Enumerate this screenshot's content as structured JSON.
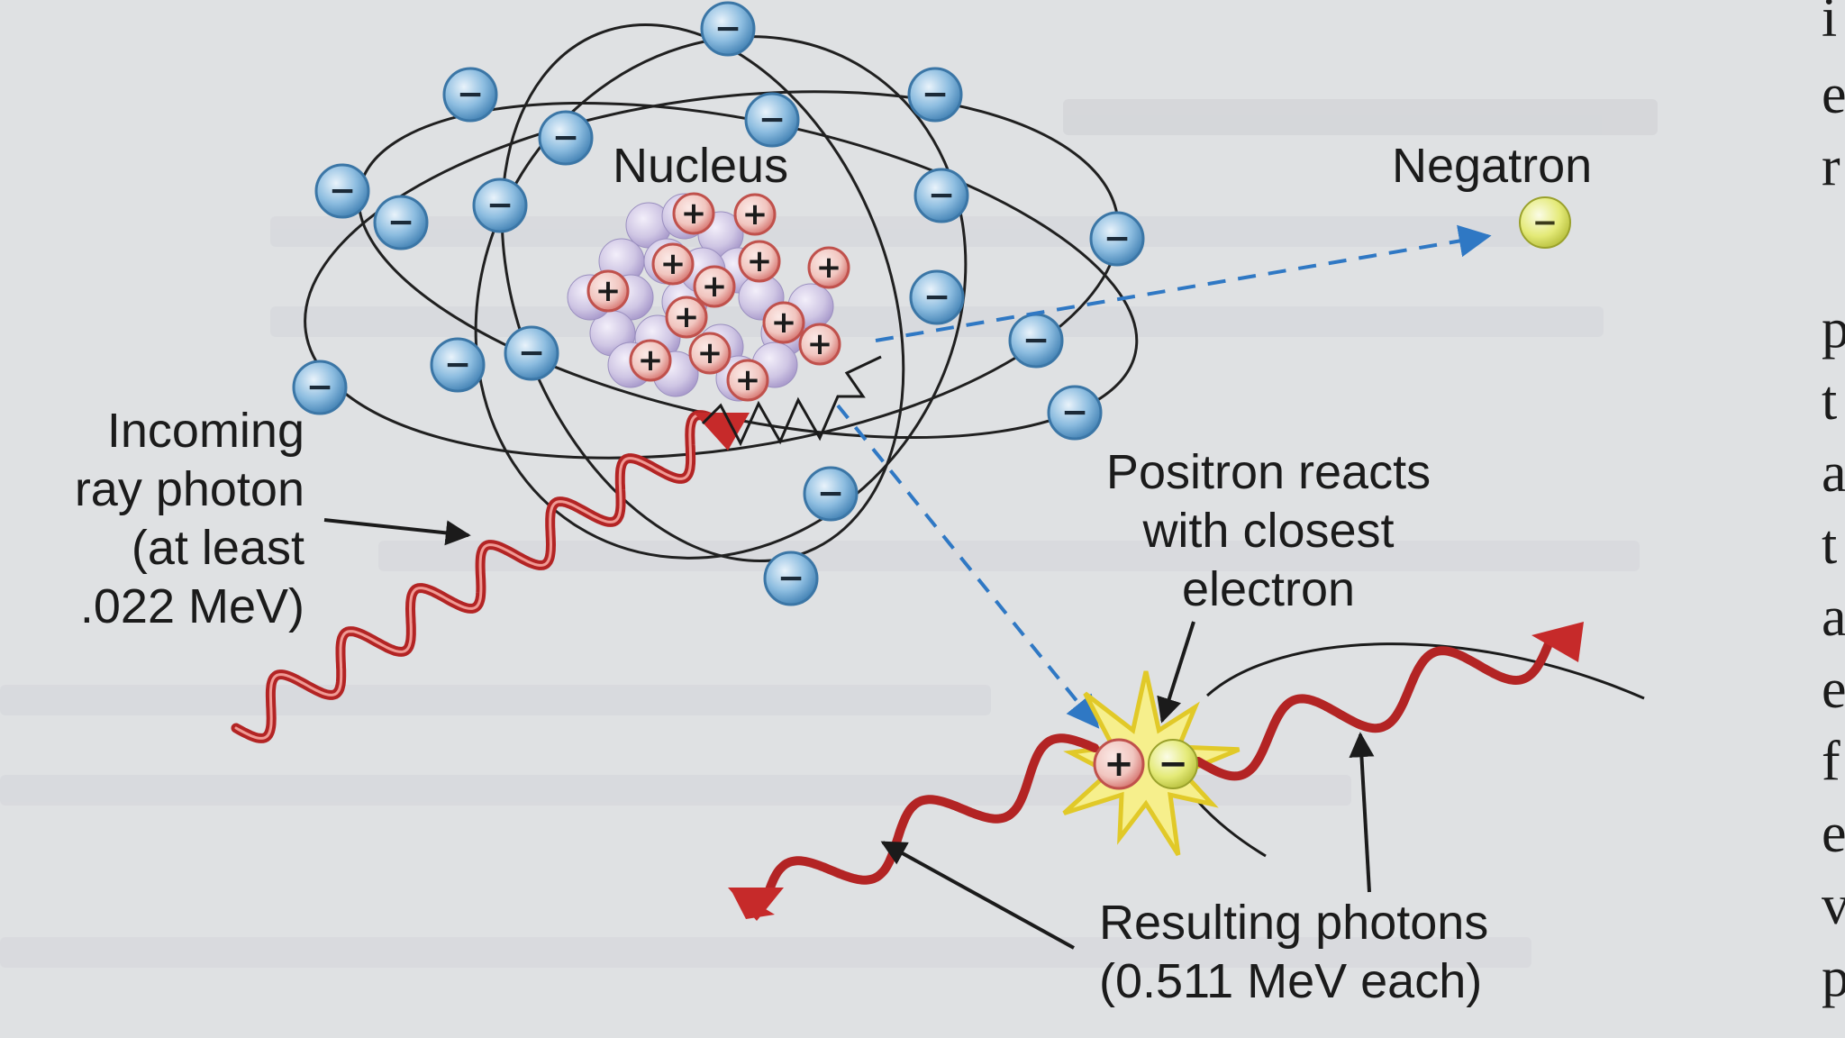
{
  "labels": {
    "nucleus": "Nucleus",
    "negatron": "Negatron",
    "incoming_line1": "Incoming",
    "incoming_line2": "ray photon",
    "incoming_line3": "(at least",
    "incoming_line4": ".022 MeV)",
    "positron_line1": "Positron reacts",
    "positron_line2": "with closest",
    "positron_line3": "electron",
    "resulting_line1": "Resulting photons",
    "resulting_line2": "(0.511 MeV each)"
  },
  "symbols": {
    "electron": "−",
    "proton": "+"
  },
  "margin_text": [
    "i",
    "e",
    "r",
    "",
    "p",
    "t",
    "a",
    "t",
    "a",
    "e",
    "f",
    "e",
    "v",
    "p"
  ],
  "colors": {
    "background": "#dfe1e3",
    "electron": "#5d98c4",
    "proton": "#d85b58",
    "neutron": "#c9bde0",
    "photon": "#c62a2a",
    "arrow_blue": "#2f78c4",
    "flash": "#f2e04a",
    "negatron": "#dde45a"
  }
}
